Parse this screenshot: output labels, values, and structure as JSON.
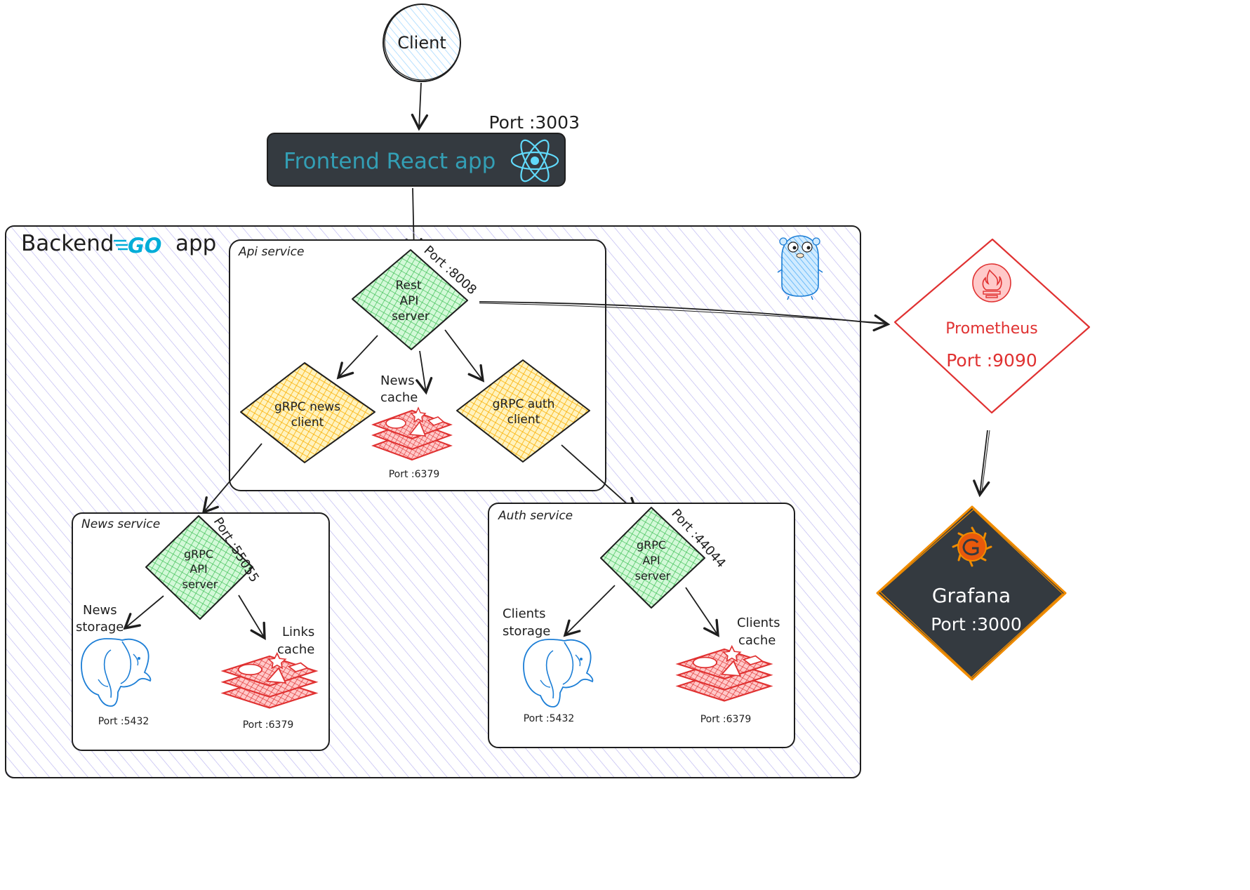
{
  "client": {
    "label": "Client"
  },
  "frontend": {
    "label": "Frontend React app",
    "port": "Port :3003"
  },
  "backend": {
    "label": "Backend",
    "go_logo": "GO",
    "app_word": "app"
  },
  "api_service": {
    "title": "Api service",
    "rest_server": {
      "line1": "Rest",
      "line2": "API",
      "line3": "server",
      "port": "Port :8008"
    },
    "grpc_news_client": {
      "line1": "gRPC news",
      "line2": "client"
    },
    "grpc_auth_client": {
      "line1": "gRPC auth",
      "line2": "client"
    },
    "news_cache": {
      "line1": "News",
      "line2": "cache",
      "port": "Port :6379"
    }
  },
  "news_service": {
    "title": "News service",
    "grpc_server": {
      "line1": "gRPC",
      "line2": "API",
      "line3": "server",
      "port": "Port :55055"
    },
    "storage": {
      "line1": "News",
      "line2": "storage",
      "port": "Port :5432"
    },
    "cache": {
      "line1": "Links",
      "line2": "cache",
      "port": "Port :6379"
    }
  },
  "auth_service": {
    "title": "Auth service",
    "grpc_server": {
      "line1": "gRPC",
      "line2": "API",
      "line3": "server",
      "port": "Port :44044"
    },
    "storage": {
      "line1": "Clients",
      "line2": "storage",
      "port": "Port :5432"
    },
    "cache": {
      "line1": "Clients",
      "line2": "cache",
      "port": "Port :6379"
    }
  },
  "prometheus": {
    "label": "Prometheus",
    "port": "Port :9090"
  },
  "grafana": {
    "label": "Grafana",
    "port": "Port :3000"
  },
  "colors": {
    "client_fill": "#a5d8ff",
    "frontend_bg": "#343a40",
    "react_blue": "#61dafb",
    "label_blue": "#339fb5",
    "backend_hatch": "#b9b3f0",
    "green_fill": "#69db7c",
    "yellow_fill": "#ffd43b",
    "redis_red": "#e03131",
    "postgres_blue": "#1c7ed6",
    "prometheus_red": "#e03131",
    "grafana_bg": "#343a40",
    "grafana_orange": "#f08c00"
  },
  "icons": [
    "react-icon",
    "go-logo-icon",
    "gopher-icon",
    "prometheus-icon",
    "grafana-icon",
    "redis-icon",
    "postgres-icon"
  ]
}
